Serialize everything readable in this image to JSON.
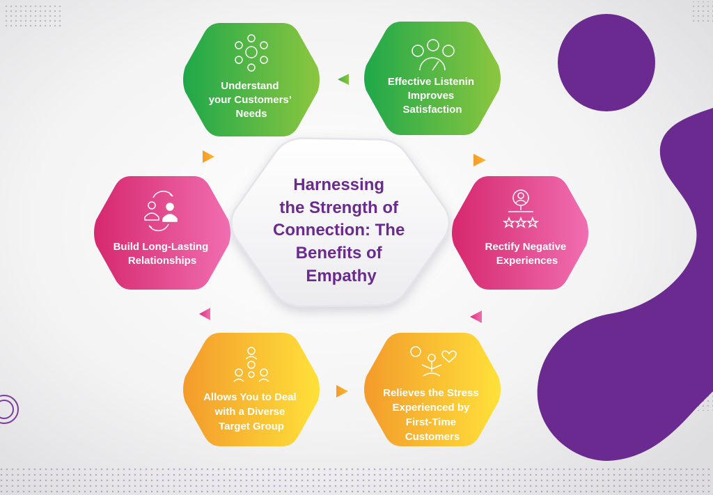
{
  "title_lines": [
    "Harnessing",
    "the Strength of",
    "Connection: The",
    "Benefits of",
    "Empathy"
  ],
  "hexagons": [
    {
      "id": "understand",
      "lines": [
        "Understand",
        "your Customers’",
        "Needs"
      ],
      "icon": "people-network-icon",
      "color": "green"
    },
    {
      "id": "listening",
      "lines": [
        "Effective Listenin",
        "Improves",
        "Satisfaction"
      ],
      "icon": "satisfaction-meter-icon",
      "color": "green"
    },
    {
      "id": "rectify",
      "lines": [
        "Rectify Negative",
        "Experiences"
      ],
      "icon": "rating-stars-icon",
      "color": "pink"
    },
    {
      "id": "relieves",
      "lines": [
        "Relieves the Stress",
        "Experienced by",
        "First-Time",
        "Customers"
      ],
      "icon": "meditation-icon",
      "color": "yellow"
    },
    {
      "id": "diverse",
      "lines": [
        "Allows You to Deal",
        "with a Diverse",
        "Target Group"
      ],
      "icon": "team-group-icon",
      "color": "yellow"
    },
    {
      "id": "relationships",
      "lines": [
        "Build Long-Lasting",
        "Relationships"
      ],
      "icon": "relationship-cycle-icon",
      "color": "pink"
    }
  ],
  "colors": {
    "green_start": "#1fa84a",
    "green_end": "#8cc63f",
    "pink_start": "#d6286e",
    "pink_end": "#f06eb0",
    "yellow_start": "#f39b2b",
    "yellow_end": "#ffe13a",
    "purple": "#6b2a90",
    "title": "#6b2a90"
  }
}
